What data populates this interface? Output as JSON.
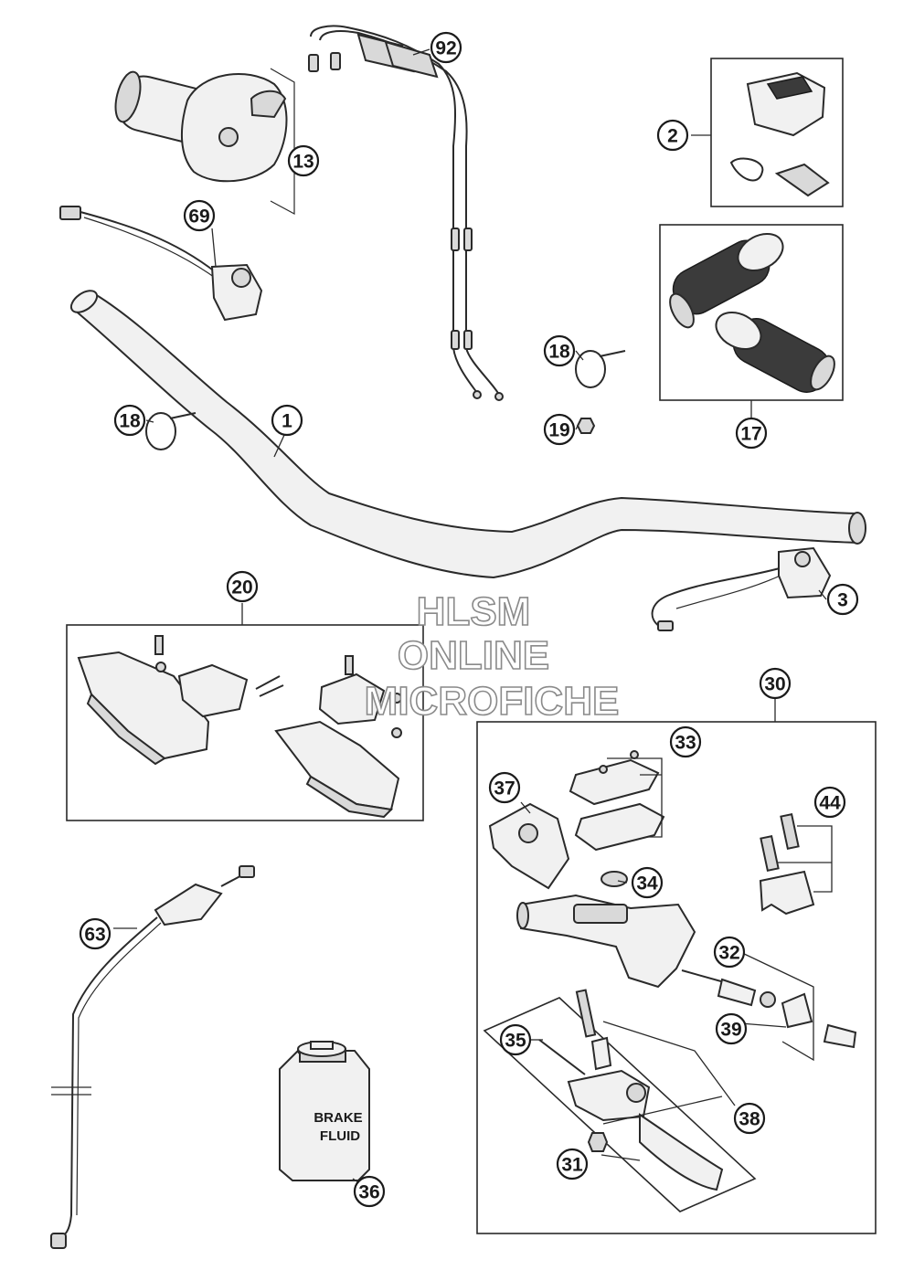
{
  "watermark": {
    "line1": "HLSM",
    "line2": "ONLINE",
    "line3": "MICROFICHE"
  },
  "container_label": {
    "line1": "BRAKE",
    "line2": "FLUID"
  },
  "callouts": [
    {
      "id": "c1",
      "label": "1"
    },
    {
      "id": "c2",
      "label": "2"
    },
    {
      "id": "c3",
      "label": "3"
    },
    {
      "id": "c13",
      "label": "13"
    },
    {
      "id": "c17",
      "label": "17"
    },
    {
      "id": "c18a",
      "label": "18"
    },
    {
      "id": "c18b",
      "label": "18"
    },
    {
      "id": "c19",
      "label": "19"
    },
    {
      "id": "c20",
      "label": "20"
    },
    {
      "id": "c30",
      "label": "30"
    },
    {
      "id": "c31",
      "label": "31"
    },
    {
      "id": "c32",
      "label": "32"
    },
    {
      "id": "c33",
      "label": "33"
    },
    {
      "id": "c34",
      "label": "34"
    },
    {
      "id": "c35",
      "label": "35"
    },
    {
      "id": "c36",
      "label": "36"
    },
    {
      "id": "c37",
      "label": "37"
    },
    {
      "id": "c38",
      "label": "38"
    },
    {
      "id": "c39",
      "label": "39"
    },
    {
      "id": "c44",
      "label": "44"
    },
    {
      "id": "c63",
      "label": "63"
    },
    {
      "id": "c69",
      "label": "69"
    },
    {
      "id": "c92",
      "label": "92"
    }
  ]
}
